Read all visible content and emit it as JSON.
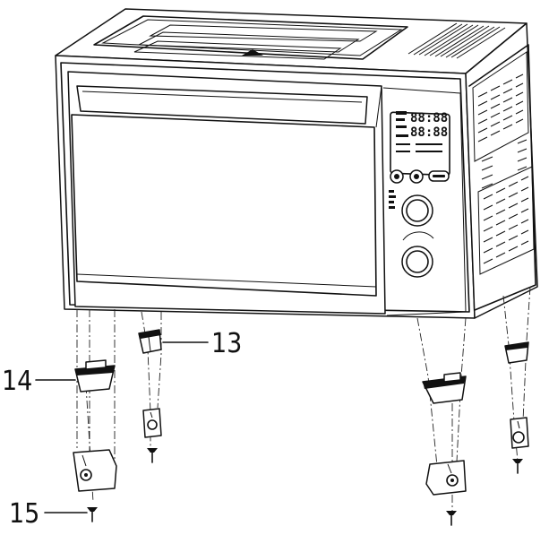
{
  "callouts": [
    {
      "id": "13",
      "label": "13"
    },
    {
      "id": "14",
      "label": "14"
    },
    {
      "id": "15",
      "label": "15"
    }
  ],
  "display": {
    "top_readout": "88:88",
    "bottom_readout": "88:88"
  }
}
